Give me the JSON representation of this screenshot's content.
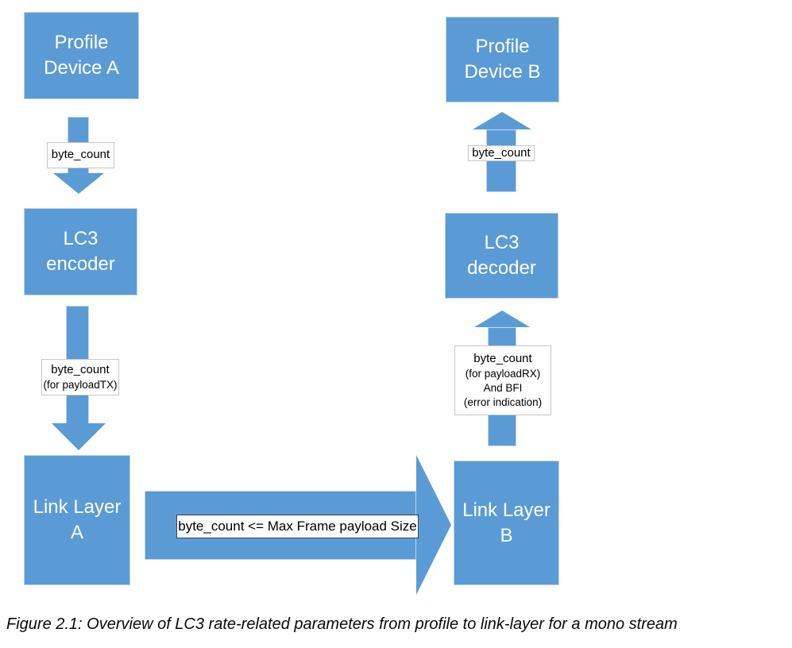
{
  "colors": {
    "shape_fill": "#5B9BD5",
    "shape_text": "#ffffff",
    "label_bg": "#ffffff",
    "label_text": "#000000",
    "label_border_light": "#c6c6c6",
    "label_border_dark": "#3f3f3f"
  },
  "boxes": {
    "profile_device_a": {
      "line1": "Profile",
      "line2": "Device A"
    },
    "lc3_encoder": {
      "line1": "LC3",
      "line2": "encoder"
    },
    "link_layer_a": {
      "line1": "Link Layer",
      "line2": "A"
    },
    "profile_device_b": {
      "line1": "Profile",
      "line2": "Device B"
    },
    "lc3_decoder": {
      "line1": "LC3",
      "line2": "decoder"
    },
    "link_layer_b": {
      "line1": "Link Layer",
      "line2": "B"
    }
  },
  "labels": {
    "a_to_encoder": {
      "line1": "byte_count"
    },
    "encoder_to_lla": {
      "line1": "byte_count",
      "line2": "(for payloadTX)"
    },
    "lla_to_llb": {
      "text": "byte_count <= Max Frame payload Size"
    },
    "llb_to_decoder": {
      "line1": "byte_count",
      "line2": "(for payloadRX)",
      "line3": "And BFI",
      "line4": "(error indication)"
    },
    "decoder_to_b": {
      "line1": "byte_count"
    }
  },
  "caption": "Figure 2.1: Overview of LC3 rate-related parameters from profile to link-layer for a mono stream"
}
